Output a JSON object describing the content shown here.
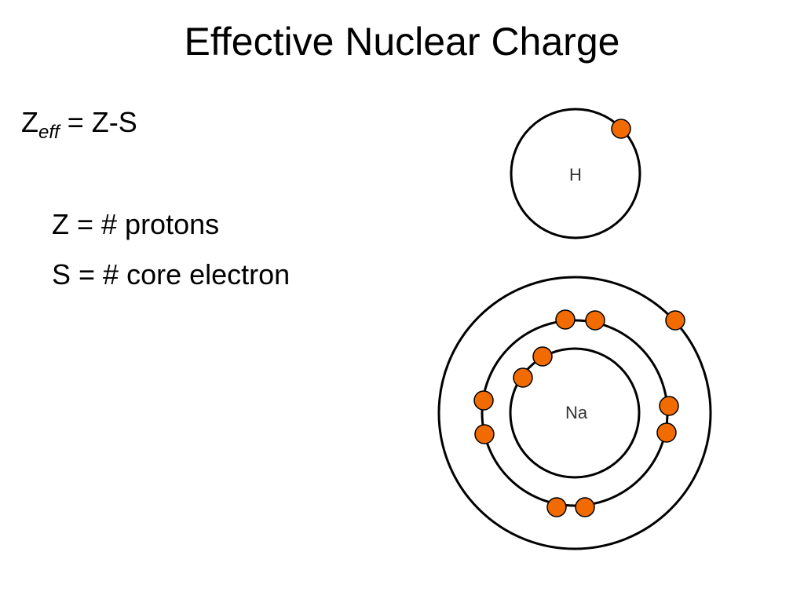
{
  "title": "Effective Nuclear Charge",
  "formula": {
    "lhs_symbol": "Z",
    "lhs_subscript": "eff",
    "rhs": " = Z-S"
  },
  "definitions": {
    "z": "Z = # protons",
    "s": "S = # core electron"
  },
  "diagrams": {
    "hydrogen": {
      "label": "H",
      "shell_electrons": [
        1
      ]
    },
    "sodium": {
      "label": "Na",
      "shell_electrons": [
        2,
        8,
        1
      ]
    }
  },
  "colors": {
    "electron": "#f26b00",
    "orbit": "#000000"
  }
}
